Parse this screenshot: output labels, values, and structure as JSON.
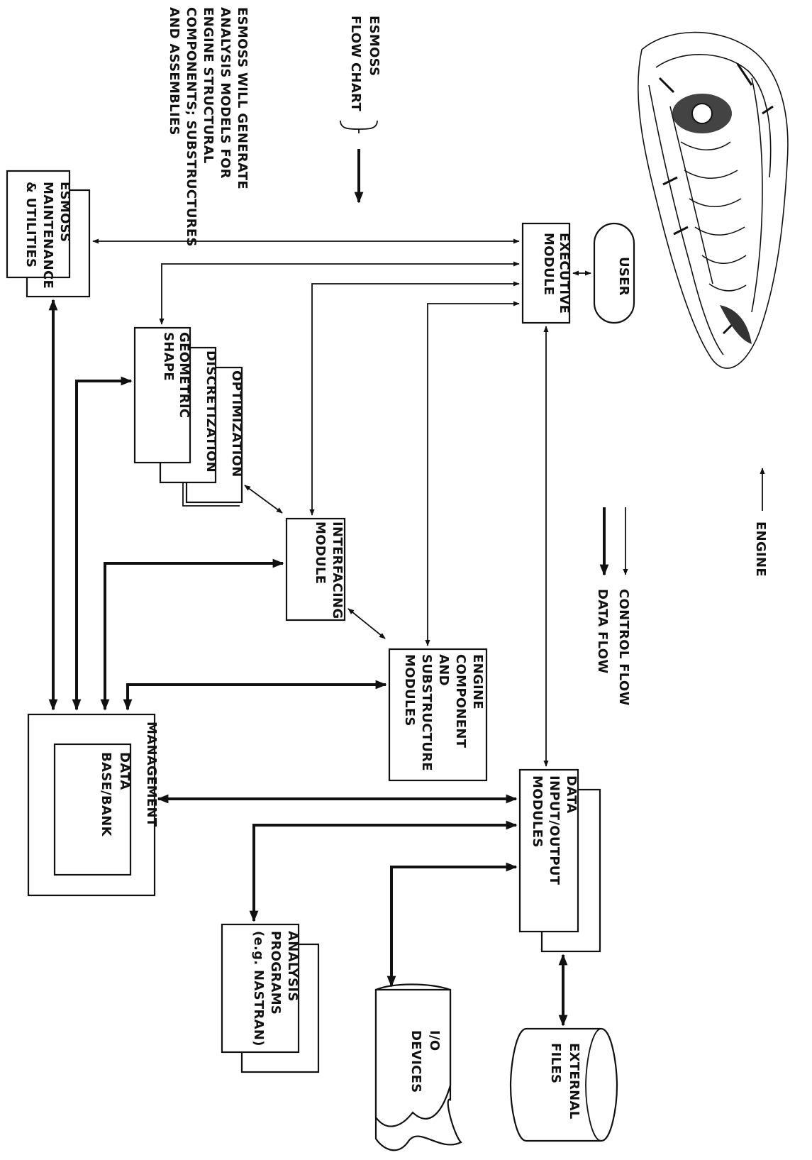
{
  "side_note": [
    "ESMOSS WILL GENERATE",
    "ANALYSIS MODELS FOR",
    "ENGINE STRUCTURAL",
    "COMPONENTS; SUBSTRUCTURES",
    "AND ASSEMBLIES"
  ],
  "flowchart_title": [
    "ESMOSS",
    "FLOW CHART"
  ],
  "engine_label": "ENGINE",
  "legend": {
    "control_flow": "CONTROL FLOW",
    "data_flow": "DATA FLOW"
  },
  "boxes": {
    "user": [
      "USER"
    ],
    "executive": [
      "EXECUTIVE",
      "MODULE"
    ],
    "maintenance": [
      "ESMOSS",
      "MAINTENANCE",
      "& UTILITIES"
    ],
    "geometric": [
      "GEOMETRIC",
      "SHAPE"
    ],
    "discretization": [
      "DISCRETIZATION"
    ],
    "optimization": [
      "OPTIMIZATION"
    ],
    "interfacing": [
      "INTERFACING",
      "MODULE"
    ],
    "engine_component": [
      "ENGINE",
      "COMPONENT",
      "AND",
      "SUBSTRUCTURE",
      "MODULES"
    ],
    "database": [
      "DATA",
      "BASE/BANK"
    ],
    "database_outer": [
      "MANAGEMENT"
    ],
    "data_io": [
      "DATA",
      "INPUT/OUTPUT",
      "MODULES"
    ],
    "analysis": [
      "ANALYSIS",
      "PROGRAMS",
      "(e.g. NASTRAN)"
    ],
    "io_devices": [
      "I/O",
      "DEVICES"
    ],
    "external_files": [
      "EXTERNAL",
      "FILES"
    ]
  }
}
